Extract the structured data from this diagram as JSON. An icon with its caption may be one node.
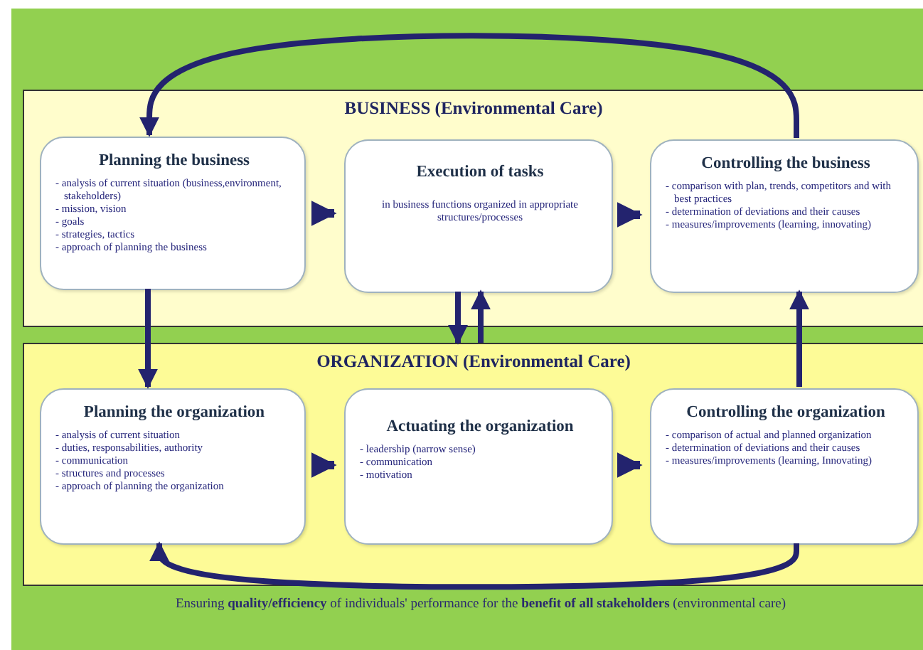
{
  "diagram": {
    "caption": "Ensuring **quality/efficiency** of individuals' performance for the **benefit of all stakeholders** (environmental care)",
    "nodes": [
      {
        "text": [
          "BUSINESS (Environmental Care)"
        ]
      },
      {
        "text": [
          "Planning the business",
          "- analysis of current situation (business,environment, stakeholders)",
          "- mission, vision",
          "- goals",
          "- strategies, tactics",
          "- approach of planning the business"
        ],
        "in": 0
      },
      {
        "text": [
          "Execution of tasks",
          "in business functions organized in appropriate structures/processes"
        ],
        "in": 0
      },
      {
        "text": [
          "Controlling the business",
          "- comparison with plan, trends, competitors and with best practices",
          "- determination of deviations and their causes",
          "- measures/improvements (learning, innovating)"
        ],
        "in": 0
      },
      {
        "text": [
          "ORGANIZATION (Environmental Care)"
        ]
      },
      {
        "text": [
          "Planning the organization",
          "- analysis of current situation",
          "- duties, responsabilities, authority",
          "- communication",
          "- structures and processes",
          "- approach of planning the organization"
        ],
        "in": 4
      },
      {
        "text": [
          "Actuating the organization",
          "- leadership (narrow sense)",
          "- communication",
          "- motivation"
        ],
        "in": 4
      },
      {
        "text": [
          "Controlling the organization",
          "- comparison of actual and planned organization",
          "- determination of deviations and their causes",
          "- measures/improvements (learning, Innovating)"
        ],
        "in": 4
      }
    ],
    "edges": [
      {
        "from": 1,
        "to": 2,
        "arrow": "to"
      },
      {
        "from": 2,
        "to": 3,
        "arrow": "to"
      },
      {
        "from": 5,
        "to": 6,
        "arrow": "to"
      },
      {
        "from": 6,
        "to": 7,
        "arrow": "to"
      },
      {
        "from": 3,
        "to": 1,
        "arrow": "to"
      },
      {
        "from": 7,
        "to": 5,
        "arrow": "to"
      },
      {
        "from": 1,
        "to": 5,
        "arrow": "to"
      },
      {
        "from": 2,
        "to": 4,
        "arrow": "to"
      },
      {
        "from": 4,
        "to": 2,
        "arrow": "to"
      },
      {
        "from": 7,
        "to": 3,
        "arrow": "to"
      }
    ]
  }
}
